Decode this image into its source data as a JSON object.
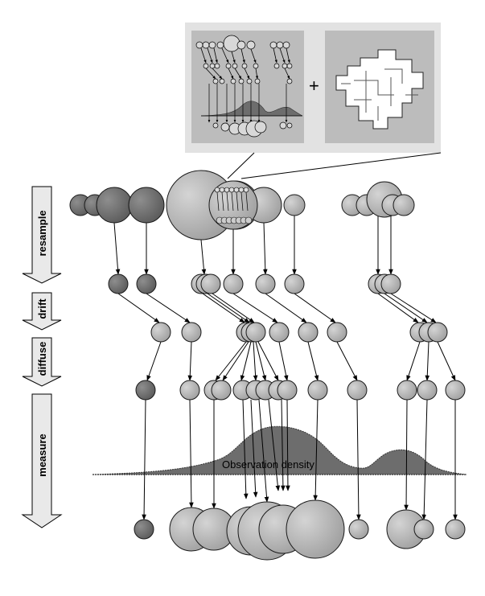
{
  "stages": {
    "resample": "resample",
    "drift": "drift",
    "diffuse": "diffuse",
    "measure": "measure"
  },
  "density_label": "Observation density",
  "inset": {
    "operator": "+"
  },
  "colors": {
    "dark_particle": "#6a6a6a",
    "light_particle": "#bdbdbd",
    "inset_bg": "#e2e2e2",
    "panel_bg": "#bcbcbc",
    "density_fill": "#6d6d6d"
  }
}
